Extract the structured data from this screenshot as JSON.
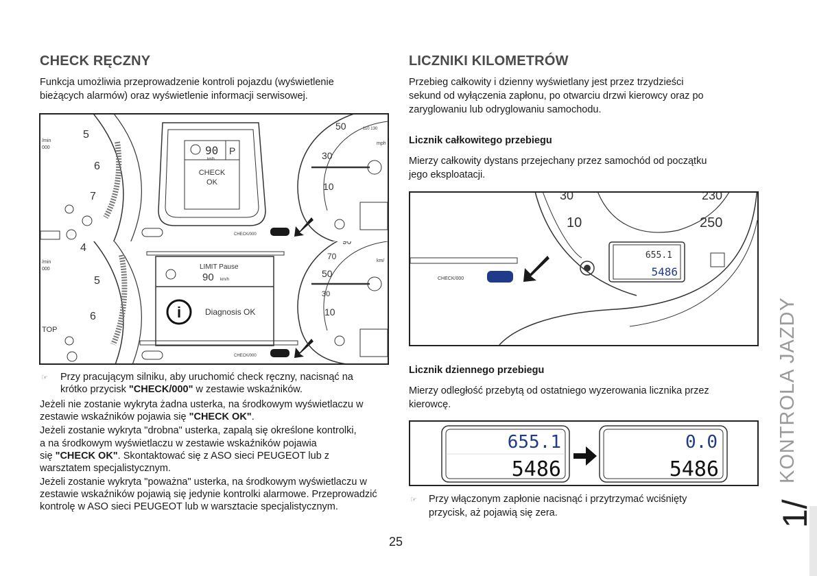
{
  "left": {
    "title": "CHECK RĘCZNY",
    "intro_line1": "Funkcja umożliwia przeprowadzenie kontroli pojazdu (wyświetlenie",
    "intro_line2": "bieżących alarmów) oraz wyświetlenie informacji serwisowej.",
    "figure_top": {
      "gauge_left_numbers": [
        "5",
        "6",
        "7"
      ],
      "gauge_right_numbers": [
        "50",
        "30",
        "10"
      ],
      "speed_value": "90",
      "speed_unit": "km/h",
      "gear": "P",
      "check_line1": "CHECK",
      "check_line2": "OK",
      "button_label": "CHECK/000",
      "unit_label": "/min",
      "unit_value": "000",
      "right_units": "mph",
      "top_scale": "110 130"
    },
    "figure_bottom": {
      "gauge_left_numbers": [
        "4",
        "5",
        "6"
      ],
      "gauge_right_numbers": [
        "70",
        "50",
        "30",
        "10"
      ],
      "limit_label": "LIMIT Pause",
      "limit_value": "90",
      "limit_unit": "km/h",
      "diagnosis": "Diagnosis OK",
      "button_label": "CHECK/000",
      "unit_label": "/min",
      "unit_value": "000",
      "stop_label": "TOP",
      "top_number": "90",
      "right_unit": "km/"
    },
    "bullet1_line1": "Przy pracującym silniku, aby uruchomić check ręczny, nacisnąć na",
    "bullet1_line2_pre": "krótko przycisk ",
    "bullet1_line2_bold": "\"CHECK/000\"",
    "bullet1_line2_post": " w zestawie wskaźników.",
    "para2_line1": "Jeżeli nie zostanie wykryta żadna usterka, na środkowym wyświetlaczu w",
    "para2_line2_pre": "zestawie wskaźników pojawia się ",
    "para2_line2_bold": "\"CHECK OK\"",
    "para2_line2_post": ".",
    "para3_line1": "Jeżeli zostanie wykryta \"drobna\" usterka, zapalą się określone kontrolki,",
    "para3_line2": "a na środkowym wyświetlaczu w zestawie wskaźników pojawia",
    "para3_line3_pre": "się ",
    "para3_line3_bold": "\"CHECK OK\"",
    "para3_line3_post": ". Skontaktować się z ASO sieci PEUGEOT lub z",
    "para3_line4": "warsztatem specjalistycznym.",
    "para4_line1": "Jeżeli zostanie wykryta \"poważna\" usterka, na środkowym wyświetlaczu w",
    "para4_line2": "zestawie wskaźników pojawią się jedynie kontrolki alarmowe. Przeprowadzić",
    "para4_line3": "kontrolę w ASO sieci PEUGEOT lub w warsztacie specjalistycznym."
  },
  "right": {
    "title": "LICZNIKI KILOMETRÓW",
    "intro_line1": "Przebieg całkowity i dzienny wyświetlany jest przez trzydzieści",
    "intro_line2": "sekund od wyłączenia zapłonu, po otwarciu drzwi kierowcy oraz po",
    "intro_line3": "zaryglowaniu lub odryglowaniu samochodu.",
    "sub1_title": "Licznik całkowitego przebiegu",
    "sub1_line1": "Mierzy całkowity dystans przejechany przez samochód od początku",
    "sub1_line2": "jego eksploatacji.",
    "figure_odo": {
      "gauge_numbers_left": [
        "30",
        "10"
      ],
      "gauge_numbers_right": [
        "230",
        "250"
      ],
      "trip_value": "655.1",
      "total_value": "5486",
      "button_label": "CHECK/000"
    },
    "sub2_title": "Licznik dziennego przebiegu",
    "sub2_line1": "Mierzy odległość przebytą od ostatniego wyzerowania licznika przez",
    "sub2_line2": "kierowcę.",
    "figure_reset": {
      "before_trip": "655.1",
      "before_total": "5486",
      "after_trip": "0.0",
      "after_total": "5486"
    },
    "bullet_line1": "Przy włączonym zapłonie nacisnąć i przytrzymać wciśnięty",
    "bullet_line2": "przycisk, aż pojawią się zera."
  },
  "page_number": "25",
  "side_tab": {
    "number": "1/",
    "title": "KONTROLA JAZDY"
  },
  "colors": {
    "heading": "#4a4a4a",
    "lcd_blue": "#1f3a8a",
    "button_dark": "#1a1a1a",
    "button_blue": "#1f3a8a"
  }
}
